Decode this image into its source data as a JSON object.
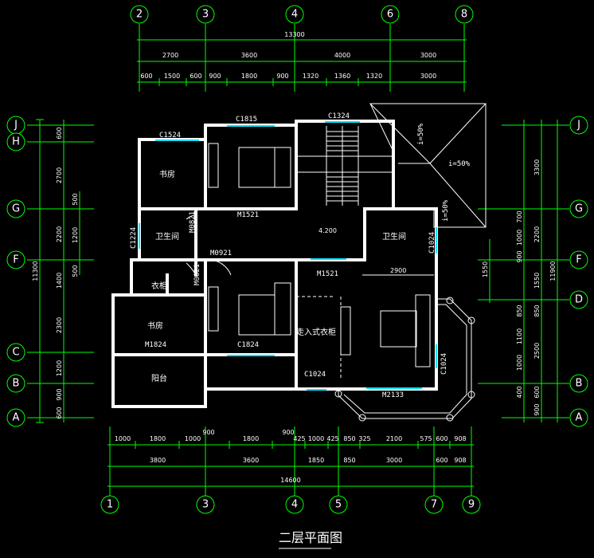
{
  "title": "二层平面图",
  "colors": {
    "background": "#000000",
    "dimension_lines": "#00ff00",
    "walls": "#ffffff",
    "windows": "#00e5ff",
    "text": "#ffffff"
  },
  "axes_top": [
    "2",
    "3",
    "4",
    "6",
    "8"
  ],
  "axes_bottom": [
    "1",
    "3",
    "4",
    "5",
    "7",
    "9"
  ],
  "axes_left": [
    "J",
    "H",
    "G",
    "F",
    "C",
    "B",
    "A"
  ],
  "axes_right": [
    "J",
    "G",
    "F",
    "D",
    "B",
    "A"
  ],
  "dims_top": {
    "total": "13300",
    "row1": [
      "2700",
      "3600",
      "4000",
      "3000"
    ],
    "row2": [
      "600",
      "1500",
      "600",
      "900",
      "1800",
      "900",
      "1320",
      "1360",
      "1320",
      "3000"
    ]
  },
  "dims_bottom": {
    "row1": [
      "1000",
      "1800",
      "1000",
      "900",
      "1800",
      "900",
      "425",
      "1000",
      "425",
      "850",
      "325",
      "2100",
      "575",
      "600",
      "908"
    ],
    "row2": [
      "3800",
      "3600",
      "1850",
      "850",
      "3000",
      "600",
      "908"
    ],
    "total": "14600"
  },
  "dims_left": {
    "row1": [
      "600",
      "2700",
      "2200",
      "1400",
      "2300",
      "1200",
      "900",
      "600"
    ],
    "row2": [
      "500",
      "1200",
      "500"
    ],
    "total": "11300"
  },
  "dims_right": {
    "row1": [
      "700",
      "1000",
      "900",
      "850",
      "1100",
      "1000",
      "400"
    ],
    "row2": [
      "3300",
      "2200",
      "1550",
      "850",
      "2500",
      "600",
      "900"
    ],
    "mid": [
      "1550"
    ],
    "inner": [
      "2900"
    ],
    "total": "11900"
  },
  "rooms": {
    "study1": "书房",
    "bath1": "卫生间",
    "closet": "衣柜",
    "study2": "书房",
    "balcony": "阳台",
    "bath2": "卫生间",
    "walkin": "走入式衣柜"
  },
  "labels": {
    "c1524": "C1524",
    "c1815": "C1815",
    "c1324": "C1324",
    "m1521a": "M1521",
    "m1521b": "M1521",
    "m0821a": "M0821",
    "m0821b": "M0821",
    "m0921": "M0921",
    "c1224": "C1224",
    "c1024a": "C1024",
    "c1024b": "C1024",
    "c1024c": "C1024",
    "m1824": "M1824",
    "c1824": "C1824",
    "m2133": "M2133",
    "level": "4.200",
    "slope1": "i=50%",
    "slope2": "i=50%",
    "slope3": "i=50%"
  }
}
